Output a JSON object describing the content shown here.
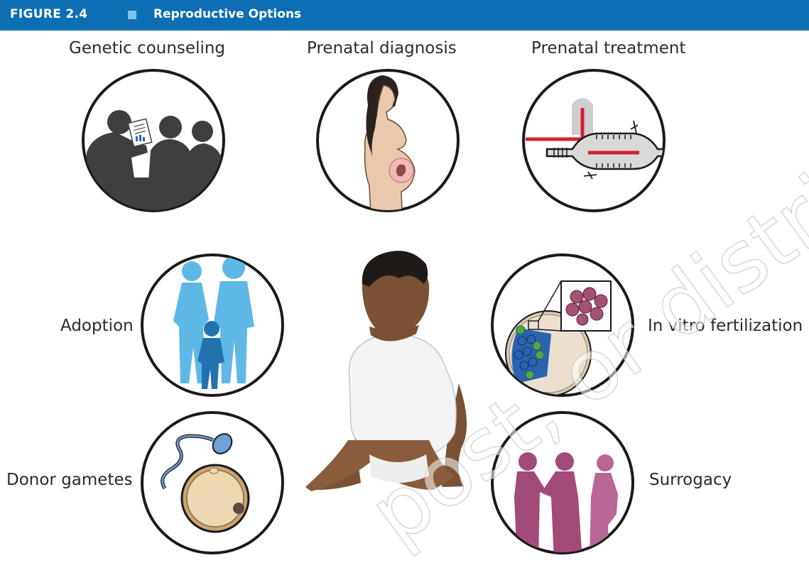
{
  "figure": {
    "label": "FIGURE 2.4",
    "title": "Reproductive Options",
    "accent": "#0d6eb3"
  },
  "options": {
    "genetic_counseling": "Genetic counseling",
    "prenatal_diagnosis": "Prenatal diagnosis",
    "prenatal_treatment": "Prenatal treatment",
    "adoption": "Adoption",
    "ivf": "In vitro fertilization",
    "donor_gametes": "Donor gametes",
    "surrogacy": "Surrogacy"
  },
  "icons": {
    "genetic_counseling": "counseling-silhouettes-icon",
    "prenatal_diagnosis": "pregnant-woman-icon",
    "prenatal_treatment": "dna-repair-icon",
    "adoption": "family-silhouettes-icon",
    "ivf": "embryo-cells-icon",
    "donor_gametes": "sperm-egg-icon",
    "surrogacy": "surrogacy-silhouettes-icon",
    "center": "seated-child-illustration"
  },
  "watermark": "post, or distribut"
}
